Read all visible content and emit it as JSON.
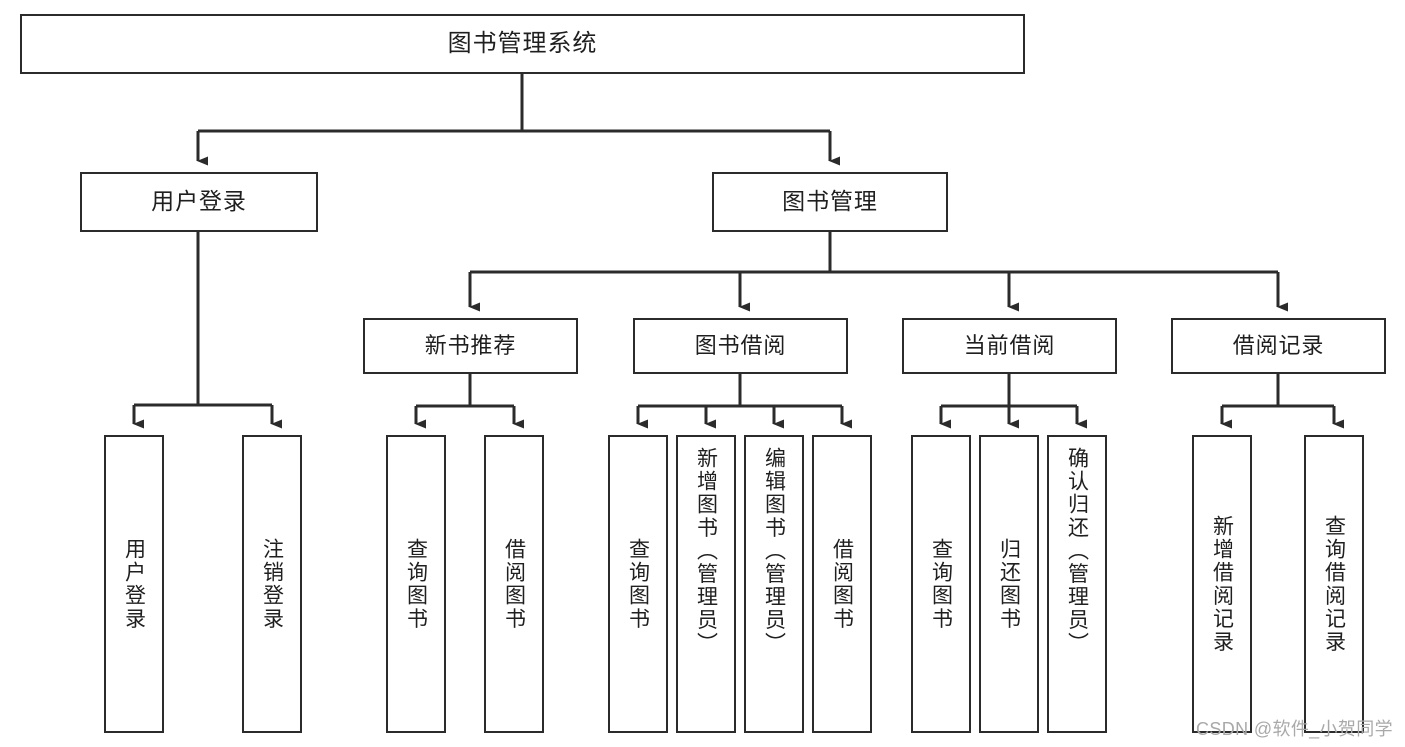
{
  "diagram": {
    "title": "图书管理系统",
    "type": "tree-hierarchy-chart",
    "orientation": "top-down",
    "line_color": "#2b2b2b",
    "box_fill": "#ffffff",
    "box_border": "#2b2b2b"
  },
  "root": {
    "label": "图书管理系统"
  },
  "level1": [
    {
      "label": "用户登录"
    },
    {
      "label": "图书管理"
    }
  ],
  "level2": [
    {
      "label": "新书推荐"
    },
    {
      "label": "图书借阅"
    },
    {
      "label": "当前借阅"
    },
    {
      "label": "借阅记录"
    }
  ],
  "leaves": {
    "user_login": [
      {
        "label": "用户登录"
      },
      {
        "label": "注销登录"
      }
    ],
    "new_book": [
      {
        "label": "查询图书"
      },
      {
        "label": "借阅图书"
      }
    ],
    "book_borrow": [
      {
        "label": "查询图书"
      },
      {
        "label": "新增图书（管理员）"
      },
      {
        "label": "编辑图书（管理员）"
      },
      {
        "label": "借阅图书"
      }
    ],
    "current_borrow": [
      {
        "label": "查询图书"
      },
      {
        "label": "归还图书"
      },
      {
        "label": "确认归还（管理员）"
      }
    ],
    "borrow_record": [
      {
        "label": "新增借阅记录"
      },
      {
        "label": "查询借阅记录"
      }
    ]
  },
  "watermark": {
    "text": "CSDN @软件_小贺同学"
  }
}
